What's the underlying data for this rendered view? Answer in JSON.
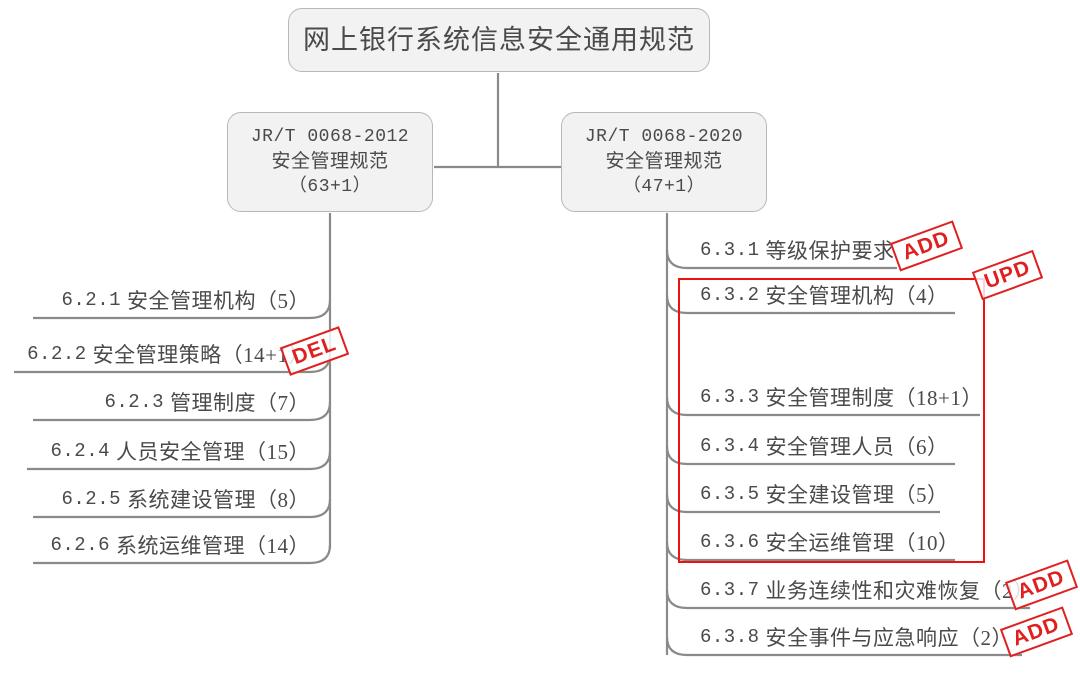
{
  "diagram": {
    "title": "网上银行系统信息安全通用规范",
    "type": "mind-map-comparison",
    "root": {
      "label": "网上银行系统信息安全通用规范"
    },
    "branches": [
      {
        "id": "jrt-2012",
        "side": "left",
        "code": "JR/T 0068-2012",
        "name": "安全管理规范",
        "count": "（63+1）",
        "items": [
          {
            "code": "6.2.1",
            "label": "安全管理机构（5）",
            "stamp": ""
          },
          {
            "code": "6.2.2",
            "label": "安全管理策略（14+1）",
            "stamp": "DEL"
          },
          {
            "code": "6.2.3",
            "label": "管理制度（7）",
            "stamp": ""
          },
          {
            "code": "6.2.4",
            "label": "人员安全管理（15）",
            "stamp": ""
          },
          {
            "code": "6.2.5",
            "label": "系统建设管理（8）",
            "stamp": ""
          },
          {
            "code": "6.2.6",
            "label": "系统运维管理（14）",
            "stamp": ""
          }
        ]
      },
      {
        "id": "jrt-2020",
        "side": "right",
        "code": "JR/T 0068-2020",
        "name": "安全管理规范",
        "count": "（47+1）",
        "items": [
          {
            "code": "6.3.1",
            "label": "等级保护要求",
            "stamp": "ADD"
          },
          {
            "code": "6.3.2",
            "label": "安全管理机构（4）",
            "stamp": ""
          },
          {
            "code": "6.3.3",
            "label": "安全管理制度（18+1）",
            "stamp": ""
          },
          {
            "code": "6.3.4",
            "label": "安全管理人员（6）",
            "stamp": ""
          },
          {
            "code": "6.3.5",
            "label": "安全建设管理（5）",
            "stamp": ""
          },
          {
            "code": "6.3.6",
            "label": "安全运维管理（10）",
            "stamp": ""
          },
          {
            "code": "6.3.7",
            "label": "业务连续性和灾难恢复（2）",
            "stamp": "ADD"
          },
          {
            "code": "6.3.8",
            "label": "安全事件与应急响应（2）",
            "stamp": "ADD"
          }
        ]
      }
    ],
    "highlight": {
      "label": "UPD",
      "covers": [
        "6.3.2",
        "6.3.3",
        "6.3.4",
        "6.3.5",
        "6.3.6"
      ]
    },
    "legend": {
      "add": "ADD",
      "del": "DEL",
      "upd": "UPD"
    },
    "colors": {
      "stamp_red": "#e02020",
      "box_red": "#ee1111",
      "node_fill": "#f2f2f2",
      "node_border": "#b8b8b8",
      "connector": "#8a8a8a",
      "text": "#4a4a4a"
    }
  }
}
